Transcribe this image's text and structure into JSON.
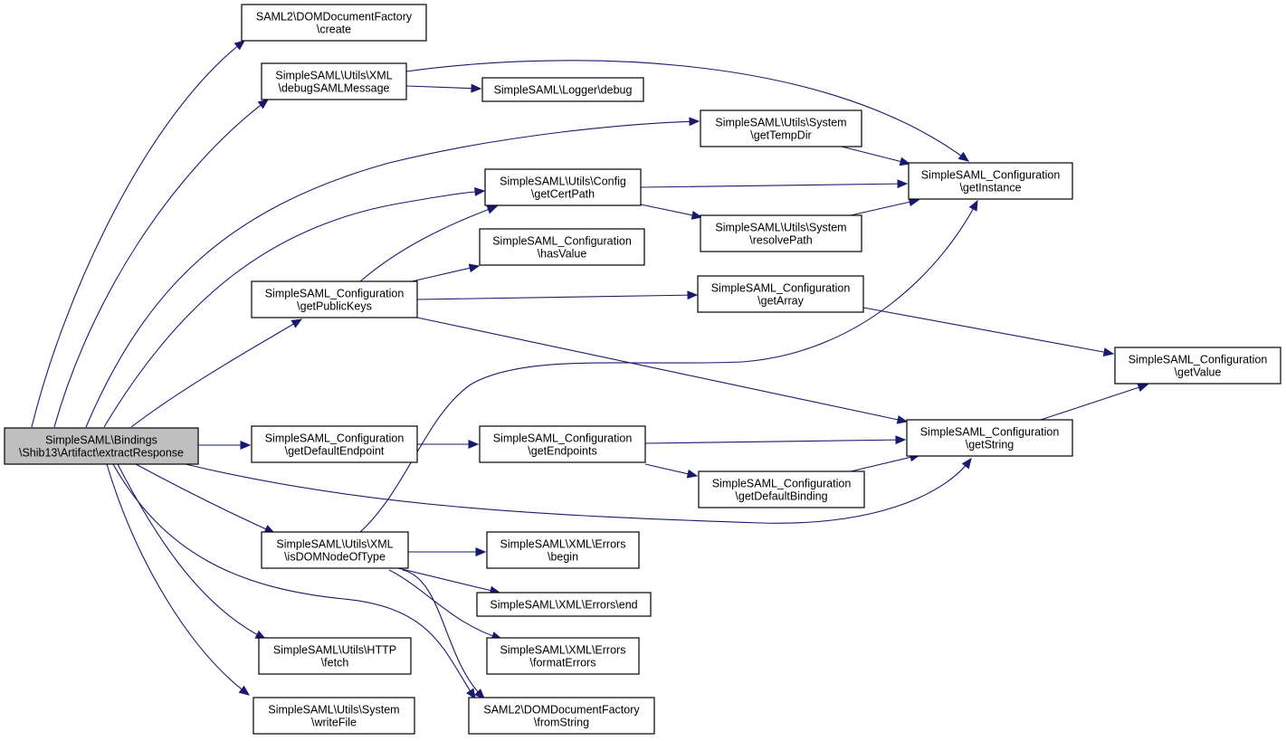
{
  "nodes": [
    {
      "id": "n1",
      "lines": [
        "SimpleSAML\\Bindings",
        "\\Shib13\\Artifact\\extractResponse"
      ],
      "root": true
    },
    {
      "id": "n2",
      "lines": [
        "SAML2\\DOMDocumentFactory",
        "\\create"
      ]
    },
    {
      "id": "n3",
      "lines": [
        "SimpleSAML\\Utils\\XML",
        "\\debugSAMLMessage"
      ]
    },
    {
      "id": "n4",
      "lines": [
        "SimpleSAML\\Logger\\debug"
      ]
    },
    {
      "id": "n5",
      "lines": [
        "SimpleSAML\\Utils\\System",
        "\\getTempDir"
      ]
    },
    {
      "id": "n6",
      "lines": [
        "SimpleSAML_Configuration",
        "\\getInstance"
      ]
    },
    {
      "id": "n7",
      "lines": [
        "SimpleSAML\\Utils\\Config",
        "\\getCertPath"
      ]
    },
    {
      "id": "n8",
      "lines": [
        "SimpleSAML\\Utils\\System",
        "\\resolvePath"
      ]
    },
    {
      "id": "n9",
      "lines": [
        "SimpleSAML_Configuration",
        "\\hasValue"
      ]
    },
    {
      "id": "n10",
      "lines": [
        "SimpleSAML_Configuration",
        "\\getPublicKeys"
      ]
    },
    {
      "id": "n11",
      "lines": [
        "SimpleSAML_Configuration",
        "\\getArray"
      ]
    },
    {
      "id": "n12",
      "lines": [
        "SimpleSAML_Configuration",
        "\\getValue"
      ]
    },
    {
      "id": "n13",
      "lines": [
        "SimpleSAML_Configuration",
        "\\getDefaultEndpoint"
      ]
    },
    {
      "id": "n14",
      "lines": [
        "SimpleSAML_Configuration",
        "\\getEndpoints"
      ]
    },
    {
      "id": "n15",
      "lines": [
        "SimpleSAML_Configuration",
        "\\getString"
      ]
    },
    {
      "id": "n16",
      "lines": [
        "SimpleSAML_Configuration",
        "\\getDefaultBinding"
      ]
    },
    {
      "id": "n17",
      "lines": [
        "SimpleSAML\\Utils\\XML",
        "\\isDOMNodeOfType"
      ]
    },
    {
      "id": "n18",
      "lines": [
        "SimpleSAML\\XML\\Errors",
        "\\begin"
      ]
    },
    {
      "id": "n19",
      "lines": [
        "SimpleSAML\\XML\\Errors\\end"
      ]
    },
    {
      "id": "n20",
      "lines": [
        "SimpleSAML\\XML\\Errors",
        "\\formatErrors"
      ]
    },
    {
      "id": "n21",
      "lines": [
        "SimpleSAML\\Utils\\HTTP",
        "\\fetch"
      ]
    },
    {
      "id": "n22",
      "lines": [
        "SAML2\\DOMDocumentFactory",
        "\\fromString"
      ]
    },
    {
      "id": "n23",
      "lines": [
        "SimpleSAML\\Utils\\System",
        "\\writeFile"
      ]
    }
  ],
  "edges": [
    {
      "from": "n1",
      "to": "n2"
    },
    {
      "from": "n1",
      "to": "n3"
    },
    {
      "from": "n1",
      "to": "n5"
    },
    {
      "from": "n1",
      "to": "n7"
    },
    {
      "from": "n1",
      "to": "n10"
    },
    {
      "from": "n1",
      "to": "n13"
    },
    {
      "from": "n1",
      "to": "n15"
    },
    {
      "from": "n1",
      "to": "n17"
    },
    {
      "from": "n1",
      "to": "n21"
    },
    {
      "from": "n1",
      "to": "n22"
    },
    {
      "from": "n1",
      "to": "n23"
    },
    {
      "from": "n3",
      "to": "n4"
    },
    {
      "from": "n3",
      "to": "n6"
    },
    {
      "from": "n5",
      "to": "n6"
    },
    {
      "from": "n7",
      "to": "n6"
    },
    {
      "from": "n7",
      "to": "n8"
    },
    {
      "from": "n8",
      "to": "n6"
    },
    {
      "from": "n10",
      "to": "n7"
    },
    {
      "from": "n10",
      "to": "n9"
    },
    {
      "from": "n10",
      "to": "n11"
    },
    {
      "from": "n10",
      "to": "n15"
    },
    {
      "from": "n11",
      "to": "n12"
    },
    {
      "from": "n13",
      "to": "n14"
    },
    {
      "from": "n14",
      "to": "n15"
    },
    {
      "from": "n14",
      "to": "n16"
    },
    {
      "from": "n16",
      "to": "n15"
    },
    {
      "from": "n15",
      "to": "n12"
    },
    {
      "from": "n17",
      "to": "n6"
    },
    {
      "from": "n17",
      "to": "n18"
    },
    {
      "from": "n17",
      "to": "n19"
    },
    {
      "from": "n17",
      "to": "n20"
    },
    {
      "from": "n17",
      "to": "n22"
    }
  ],
  "colors": {
    "edge": "#191970",
    "root_fill": "#bfbfbf",
    "node_fill": "#ffffff",
    "node_stroke": "#000000"
  }
}
